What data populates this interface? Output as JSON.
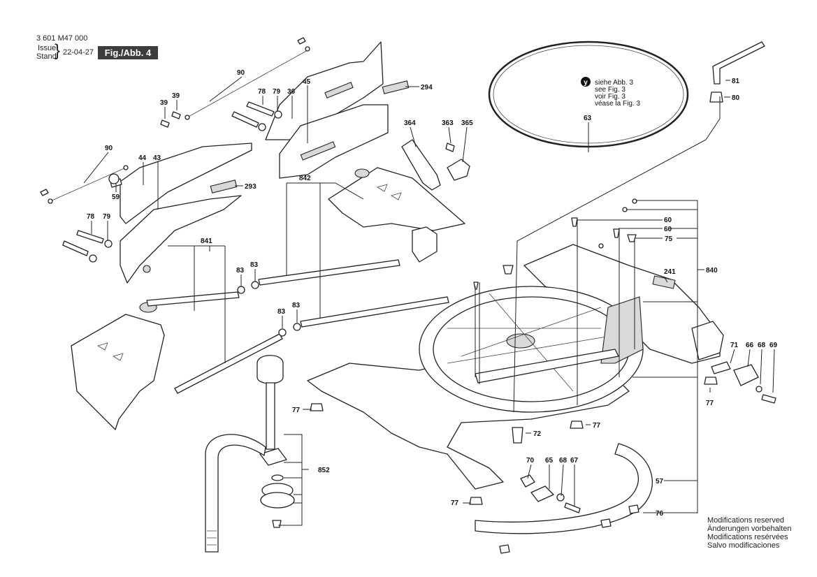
{
  "header": {
    "doc_number": "3 601 M47 000",
    "issue_label": "Issue",
    "stand_label": "Stand",
    "date": "22-04-27",
    "figure_label": "Fig./Abb. 4"
  },
  "note_ref": {
    "symbol": "y",
    "lines": [
      "siehe Abb. 3",
      "see Fig. 3",
      "voir Fig. 3",
      "véase la Fig. 3"
    ]
  },
  "modifications": [
    "Modifications reserved",
    "Änderungen vorbehalten",
    "Modifications resérvées",
    "Salvo modificaciones"
  ],
  "callouts": [
    {
      "id": "90a",
      "label": "90"
    },
    {
      "id": "90b",
      "label": "90"
    },
    {
      "id": "39a",
      "label": "39"
    },
    {
      "id": "39b",
      "label": "39"
    },
    {
      "id": "78a",
      "label": "78"
    },
    {
      "id": "79a",
      "label": "79"
    },
    {
      "id": "36",
      "label": "36"
    },
    {
      "id": "45",
      "label": "45"
    },
    {
      "id": "294",
      "label": "294"
    },
    {
      "id": "44",
      "label": "44"
    },
    {
      "id": "43",
      "label": "43"
    },
    {
      "id": "59",
      "label": "59"
    },
    {
      "id": "293",
      "label": "293"
    },
    {
      "id": "78b",
      "label": "78"
    },
    {
      "id": "79b",
      "label": "79"
    },
    {
      "id": "364",
      "label": "364"
    },
    {
      "id": "363",
      "label": "363"
    },
    {
      "id": "365",
      "label": "365"
    },
    {
      "id": "842",
      "label": "842"
    },
    {
      "id": "841",
      "label": "841"
    },
    {
      "id": "83a",
      "label": "83"
    },
    {
      "id": "83b",
      "label": "83"
    },
    {
      "id": "83c",
      "label": "83"
    },
    {
      "id": "83d",
      "label": "83"
    },
    {
      "id": "63",
      "label": "63"
    },
    {
      "id": "81",
      "label": "81"
    },
    {
      "id": "80",
      "label": "80"
    },
    {
      "id": "60a",
      "label": "60"
    },
    {
      "id": "60b",
      "label": "60"
    },
    {
      "id": "75",
      "label": "75"
    },
    {
      "id": "241",
      "label": "241"
    },
    {
      "id": "840",
      "label": "840"
    },
    {
      "id": "71",
      "label": "71"
    },
    {
      "id": "66",
      "label": "66"
    },
    {
      "id": "68a",
      "label": "68"
    },
    {
      "id": "69",
      "label": "69"
    },
    {
      "id": "77a",
      "label": "77"
    },
    {
      "id": "77b",
      "label": "77"
    },
    {
      "id": "77c",
      "label": "77"
    },
    {
      "id": "77d",
      "label": "77"
    },
    {
      "id": "72",
      "label": "72"
    },
    {
      "id": "70",
      "label": "70"
    },
    {
      "id": "65",
      "label": "65"
    },
    {
      "id": "68b",
      "label": "68"
    },
    {
      "id": "67",
      "label": "67"
    },
    {
      "id": "57",
      "label": "57"
    },
    {
      "id": "76",
      "label": "76"
    },
    {
      "id": "852",
      "label": "852"
    }
  ]
}
